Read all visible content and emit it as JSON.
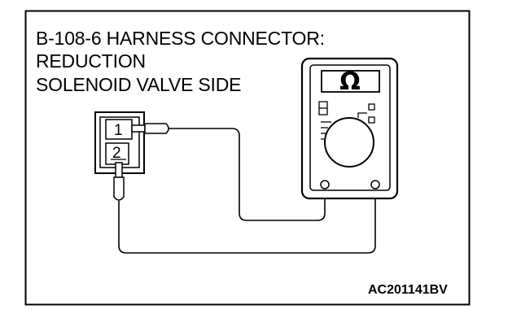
{
  "title_lines": [
    "B-108-6 HARNESS CONNECTOR:",
    "REDUCTION",
    "SOLENOID VALVE SIDE"
  ],
  "connector": {
    "pins": [
      "1",
      "2"
    ]
  },
  "meter": {
    "unit_symbol": "Ω",
    "icon": "ohmmeter-icon"
  },
  "figure_id": "AC201141BV"
}
